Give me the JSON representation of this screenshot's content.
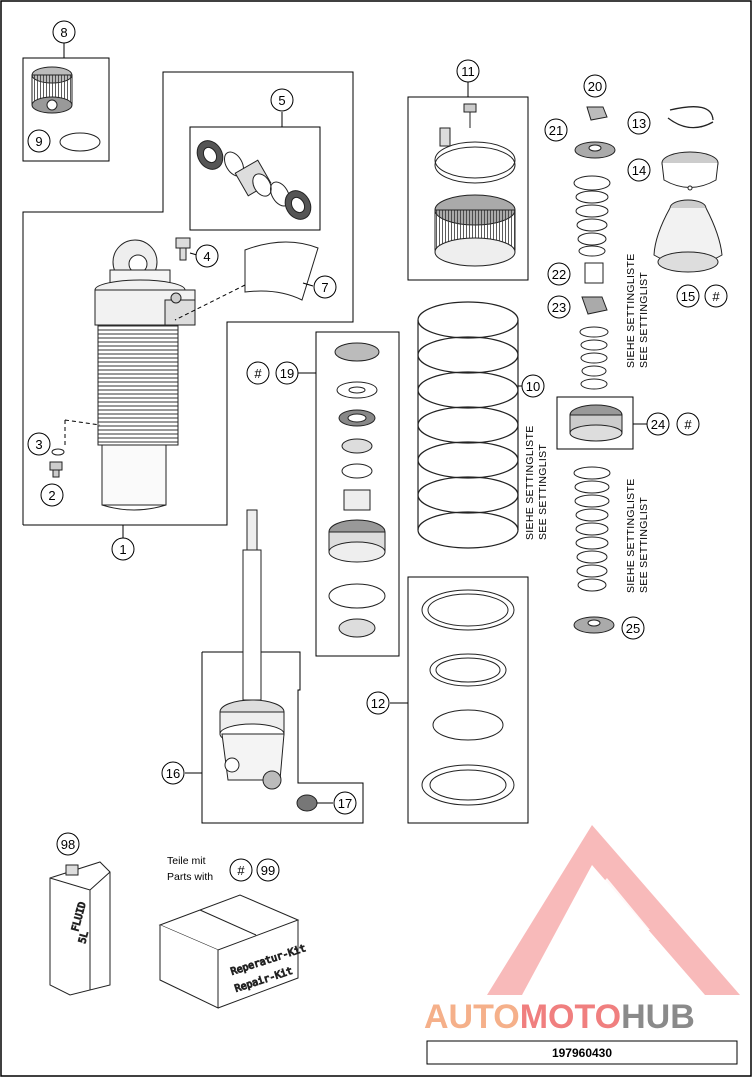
{
  "callouts": {
    "c1": "1",
    "c2": "2",
    "c3": "3",
    "c4": "4",
    "c5": "5",
    "c7": "7",
    "c8": "8",
    "c9": "9",
    "c10": "10",
    "c11": "11",
    "c12": "12",
    "c13": "13",
    "c14": "14",
    "c15": "15",
    "c16": "16",
    "c17": "17",
    "c19": "19",
    "c20": "20",
    "c21": "21",
    "c22": "22",
    "c23": "23",
    "c24": "24",
    "c25": "25",
    "c98": "98",
    "c99": "99"
  },
  "hash": "#",
  "settingliste_de": "SIEHE SETTINGLISTE",
  "settingliste_en": "SEE SETTINGLIST",
  "parts_with_de": "Teile mit",
  "parts_with_en": "Parts with",
  "fluid_label_1": "FLUID",
  "fluid_label_2": "5L",
  "repair_kit_de": "Reperatur-Kit",
  "repair_kit_en": "Repair-Kit",
  "diagram_id": "197960430",
  "watermark": {
    "part1": "AUTO",
    "part2": "MOTO",
    "part3": "HUB",
    "color1": "#f5b08a",
    "color2": "#f07f7f",
    "color3": "#888888"
  }
}
